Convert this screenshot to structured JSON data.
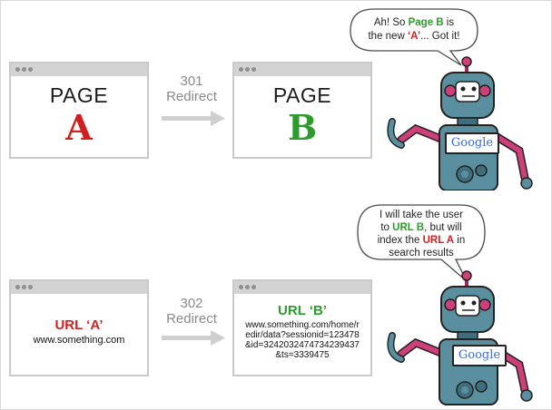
{
  "top": {
    "left_window": {
      "label": "PAGE",
      "letter": "A",
      "letter_color": "#d01f1f"
    },
    "redirect": {
      "code": "301",
      "word": "Redirect"
    },
    "right_window": {
      "label": "PAGE",
      "letter": "B",
      "letter_color": "#2e9b2e"
    },
    "bubble": {
      "line1_pre": "Ah! So ",
      "line1_hl": "Page B",
      "line1_post": " is",
      "line2_pre": "the new ",
      "line2_hl": "‘A’",
      "line2_post": "... Got it!"
    },
    "badge": "Google"
  },
  "bottom": {
    "left_window": {
      "title": "URL ‘A’",
      "subtitle": "www.something.com"
    },
    "redirect": {
      "code": "302",
      "word": "Redirect"
    },
    "right_window": {
      "title": "URL ‘B’",
      "subtitle": "www.something.com/home/redir/data?sessionid=123478&id=3242032474734239437&ts=3339475"
    },
    "bubble": {
      "line1": "I will take the user",
      "line2_pre": "to ",
      "line2_hl": "URL B",
      "line2_post": ", but will",
      "line3_pre": "index the ",
      "line3_hl": "URL A",
      "line3_post": " in",
      "line4": "search results"
    },
    "badge": "Google"
  },
  "colors": {
    "green": "#2e9b2e",
    "red": "#d12121",
    "robot_body": "#5a8fa0",
    "robot_arm": "#cf3f7a"
  }
}
